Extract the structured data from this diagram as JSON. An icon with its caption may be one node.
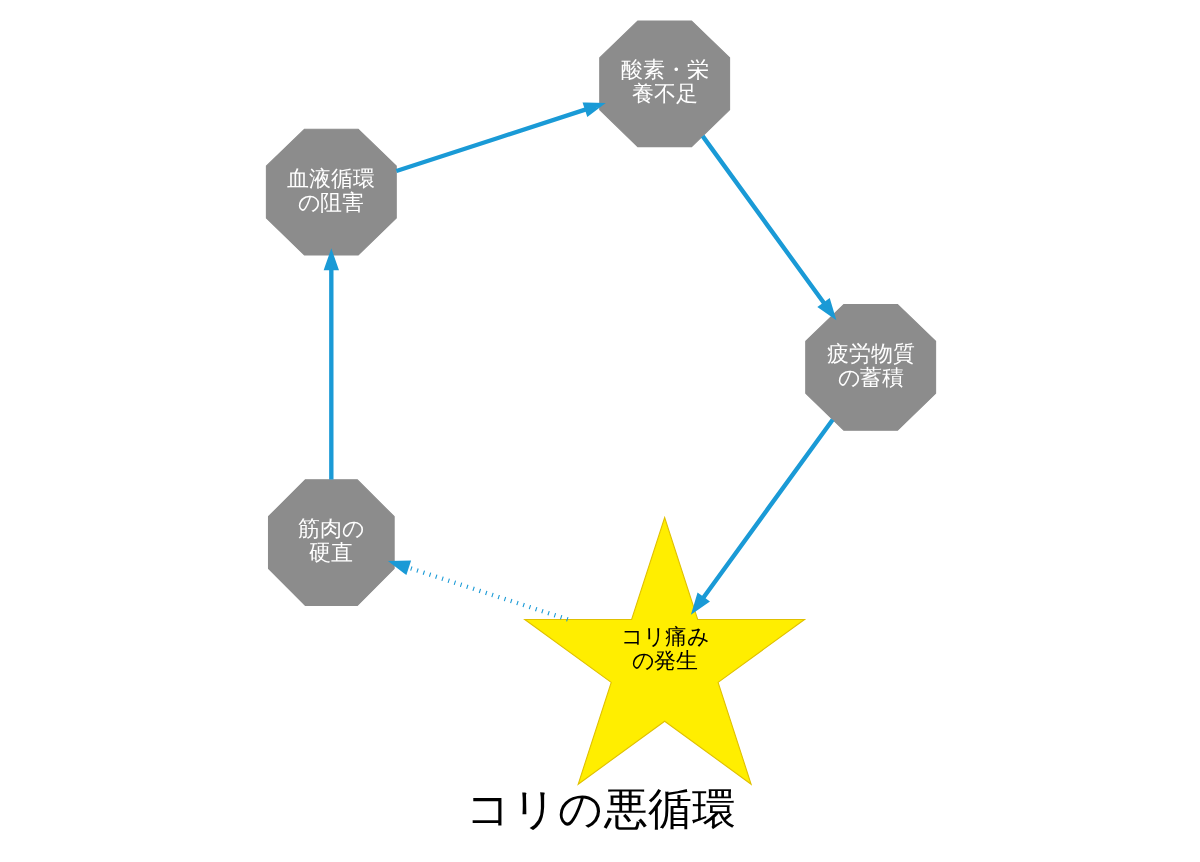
{
  "diagram": {
    "title": "コリの悪循環",
    "nodes": [
      {
        "text": [
          "コリ痛みの発生"
        ]
      },
      {
        "text": [
          "筋肉の硬直"
        ]
      },
      {
        "text": [
          "血液循環の阻害"
        ]
      },
      {
        "text": [
          "酸素・栄養不足"
        ]
      },
      {
        "text": [
          "疲労物質の蓄積"
        ]
      }
    ],
    "edges": [
      {
        "from": 0,
        "to": 1,
        "arrow": "to",
        "style": "dashed"
      },
      {
        "from": 1,
        "to": 2,
        "arrow": "to"
      },
      {
        "from": 2,
        "to": 3,
        "arrow": "to"
      },
      {
        "from": 3,
        "to": 4,
        "arrow": "to"
      },
      {
        "from": 4,
        "to": 0,
        "arrow": "to"
      }
    ]
  }
}
